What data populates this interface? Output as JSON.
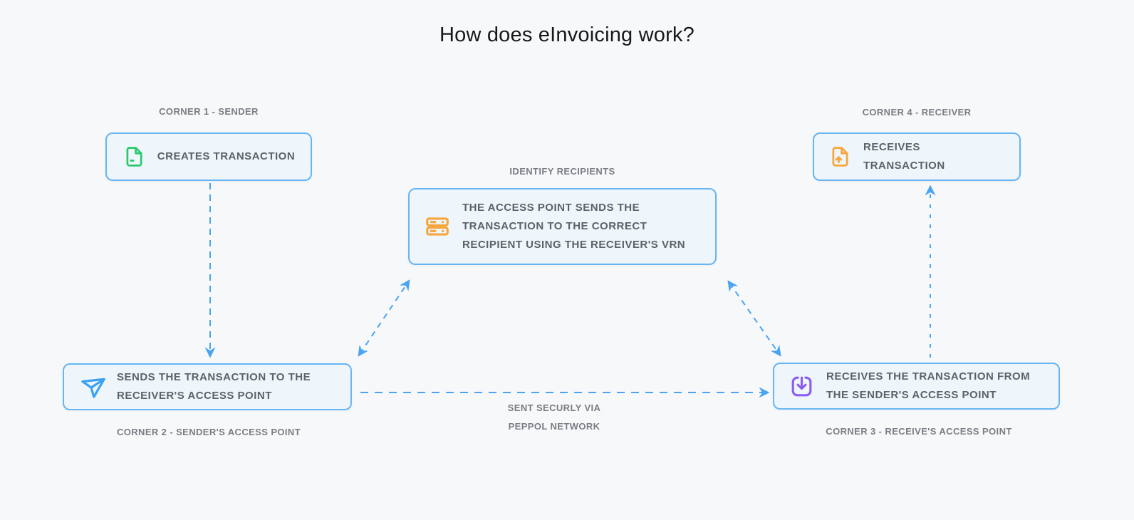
{
  "page": {
    "title": "How does eInvoicing work?"
  },
  "colors": {
    "background": "#f7f8fa",
    "box_border": "#67b6f3",
    "box_fill": "#eef5fb",
    "arrow_blue": "#4ba4f1",
    "label_gray": "#797e84",
    "box_text_gray": "#5d6267",
    "icon_green": "#2bc96e",
    "icon_orange": "#f6a63c",
    "icon_blue": "#3aa0f4",
    "icon_purple": "#8a5cf5"
  },
  "nodes": {
    "corner1": {
      "label": "CORNER 1 - SENDER",
      "text": "CREATES TRANSACTION",
      "icon": "file-icon"
    },
    "corner2": {
      "label": "CORNER 2 - SENDER'S ACCESS POINT",
      "text": "SENDS THE TRANSACTION TO THE\nRECEIVER'S ACCESS POINT",
      "icon": "send-icon"
    },
    "access_point": {
      "label": "IDENTIFY RECIPIENTS",
      "text": "THE ACCESS POINT SENDS THE\nTRANSACTION TO THE CORRECT\nRECIPIENT USING THE RECEIVER'S VRN",
      "icon": "server-icon"
    },
    "corner3": {
      "label": "CORNER 3 - RECEIVE'S  ACCESS POINT",
      "text": "RECEIVES THE TRANSACTION FROM\nTHE SENDER'S ACCESS POINT",
      "icon": "download-icon"
    },
    "corner4": {
      "label": "CORNER 4 - RECEIVER",
      "text": "RECEIVES TRANSACTION",
      "icon": "file-up-icon"
    }
  },
  "annotations": {
    "network": "SENT SECURLY VIA\nPEPPOL NETWORK"
  }
}
